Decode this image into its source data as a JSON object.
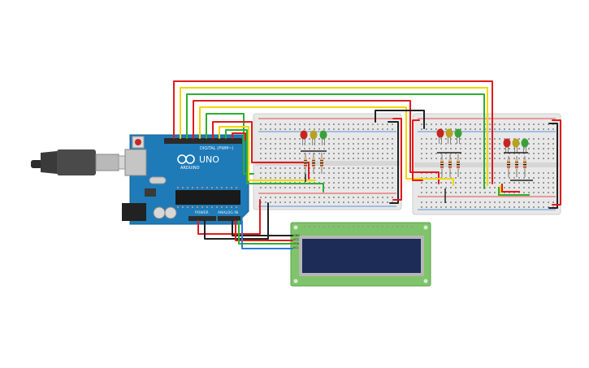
{
  "arduino": {
    "board_label": "UNO",
    "brand_label": "ARDUINO",
    "digital_label": "DIGITAL (PWM~)",
    "power_label": "POWER",
    "analog_label": "ANALOG IN"
  },
  "lcd": {
    "pin_labels": [
      "GND",
      "VCC",
      "SDA",
      "SCL"
    ]
  },
  "traffic_lights": [
    {
      "board": "breadboard-1",
      "leds": [
        "red",
        "yellow",
        "green"
      ]
    },
    {
      "board": "breadboard-2",
      "leds": [
        "red",
        "yellow",
        "green"
      ]
    },
    {
      "board": "breadboard-2",
      "leds": [
        "red",
        "yellow",
        "green"
      ]
    }
  ],
  "colors": {
    "background": "#ffffff",
    "arduino_board": "#1e7bb8",
    "breadboard": "#e8e8e8",
    "lcd_pcb": "#7fc46a",
    "lcd_screen": "#1d2b57",
    "wire_red": "#e01b1b",
    "wire_yellow": "#f2d600",
    "wire_green": "#2fae2f",
    "wire_black": "#222222",
    "wire_blue": "#2a7bd8",
    "led_red": "#c8241e",
    "led_yellow": "#b6a21e",
    "led_green": "#3aa13a"
  }
}
